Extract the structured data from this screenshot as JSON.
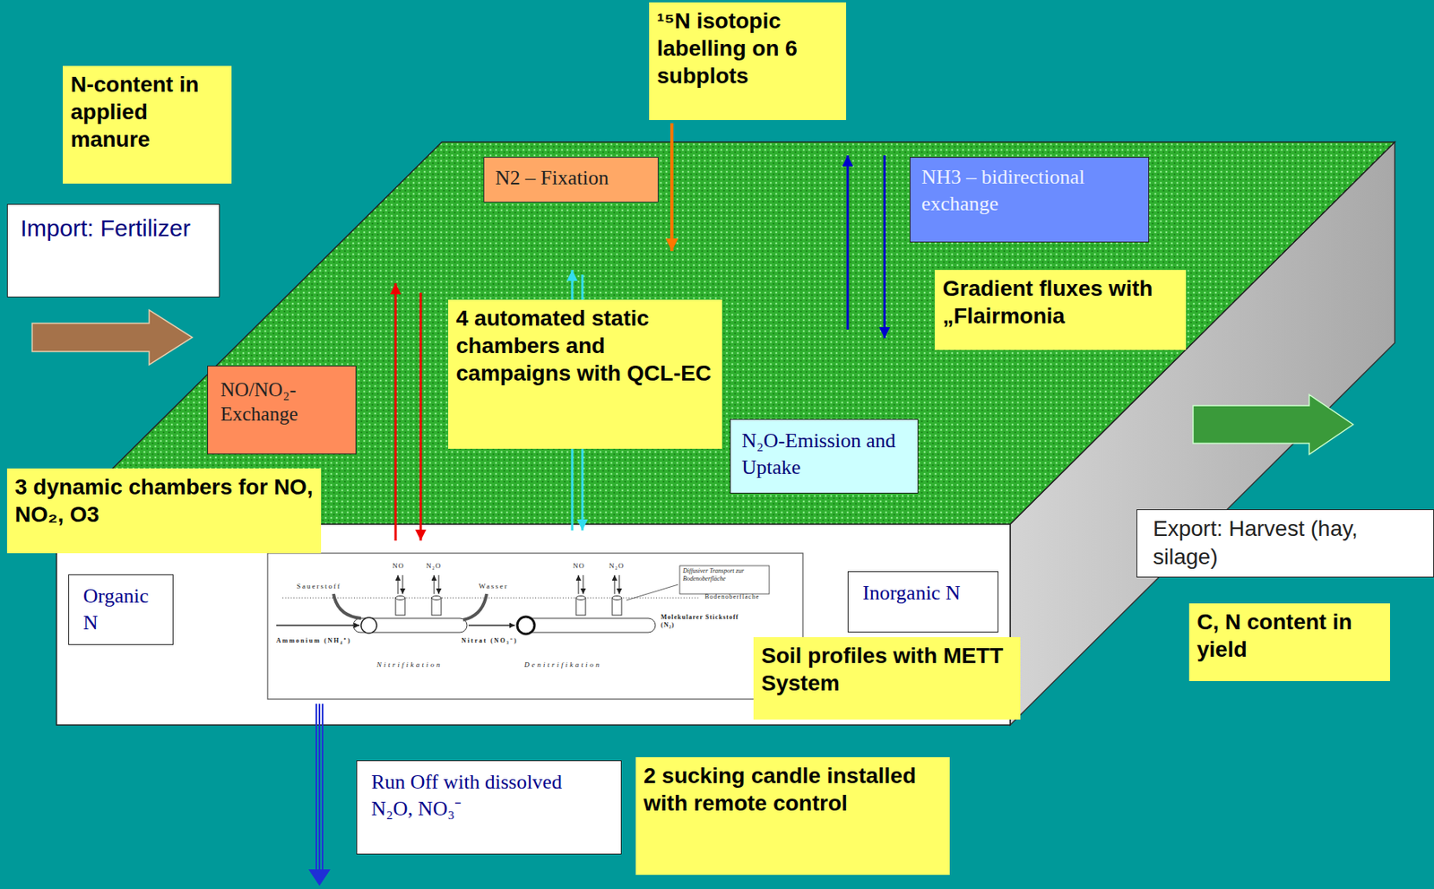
{
  "diagram": {
    "nodes": [
      {
        "text": [
          "¹⁵N isotopic labelling on 6 subplots"
        ]
      },
      {
        "text": [
          "N-content in applied manure"
        ]
      },
      {
        "text": [
          "N2 – Fixation"
        ]
      },
      {
        "text": [
          "NH3 – bidirectional exchange"
        ]
      },
      {
        "text": [
          "Import: Fertilizer"
        ]
      },
      {
        "text": [
          "Gradient fluxes with „Flairmonia"
        ]
      },
      {
        "text": [
          "4 automated static chambers and campaigns with QCL-EC"
        ]
      },
      {
        "text": [
          "NO/NO₂- Exchange"
        ]
      },
      {
        "text": [
          "N₂O-Emission and Uptake"
        ]
      },
      {
        "text": [
          "3 dynamic chambers for NO, NO₂, O3"
        ]
      },
      {
        "text": [
          "Export: Harvest (hay, silage)"
        ]
      },
      {
        "text": [
          "Organic N"
        ]
      },
      {
        "text": [
          "Inorganic N"
        ]
      },
      {
        "text": [
          "C, N content in yield"
        ]
      },
      {
        "text": [
          "Soil profiles with METT System"
        ]
      },
      {
        "text": [
          "Run Off with dissolved N₂O, NO₃⁻"
        ]
      },
      {
        "text": [
          "2 sucking candle installed with remote control"
        ]
      }
    ],
    "labels": [
      "NO",
      "N₂O",
      "NO",
      "N₂O",
      "Sauerstoff",
      "Wasser",
      "Diffusiver Transport zur Bodenoberfläche",
      "Bodenoberfläche",
      "Ammonium (NH₄⁺)",
      "Nitrat (NO₃⁻)",
      "Molekularer Stickstoff (N₂)",
      "Nitrifikation",
      "Denitrifikation"
    ]
  }
}
